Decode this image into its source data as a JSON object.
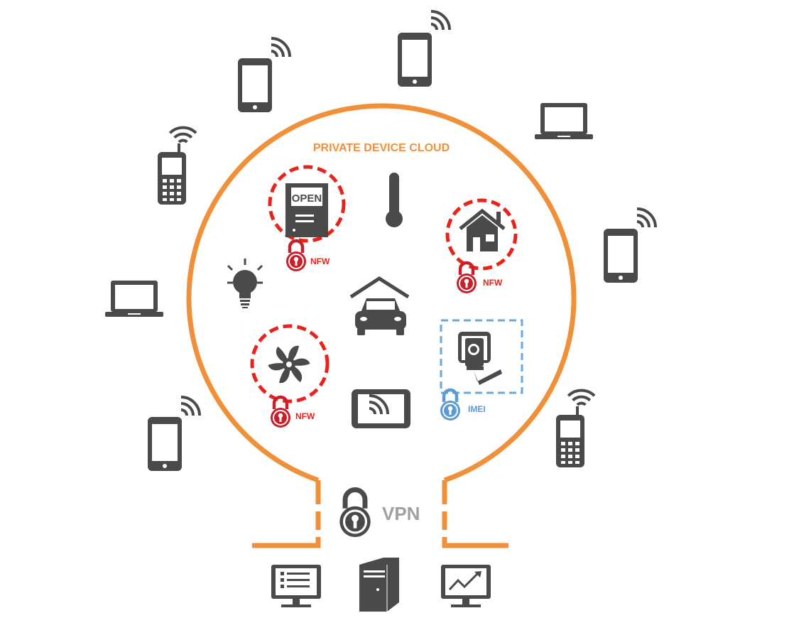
{
  "title": "PRIVATE DEVICE CLOUD",
  "colors": {
    "boundary": "#f0913a",
    "icon": "#4a4a4a",
    "nfw": "#e02020",
    "imei": "#5b9bd5",
    "vpn_text": "#a0a0a0"
  },
  "devices": {
    "open_sign": {
      "text": "OPEN",
      "lock_label": "NFW"
    },
    "smart_home": {
      "lock_label": "NFW"
    },
    "fan": {
      "lock_label": "NFW"
    },
    "camera": {
      "lock_label": "IMEI"
    }
  },
  "vpn": {
    "label": "VPN"
  }
}
